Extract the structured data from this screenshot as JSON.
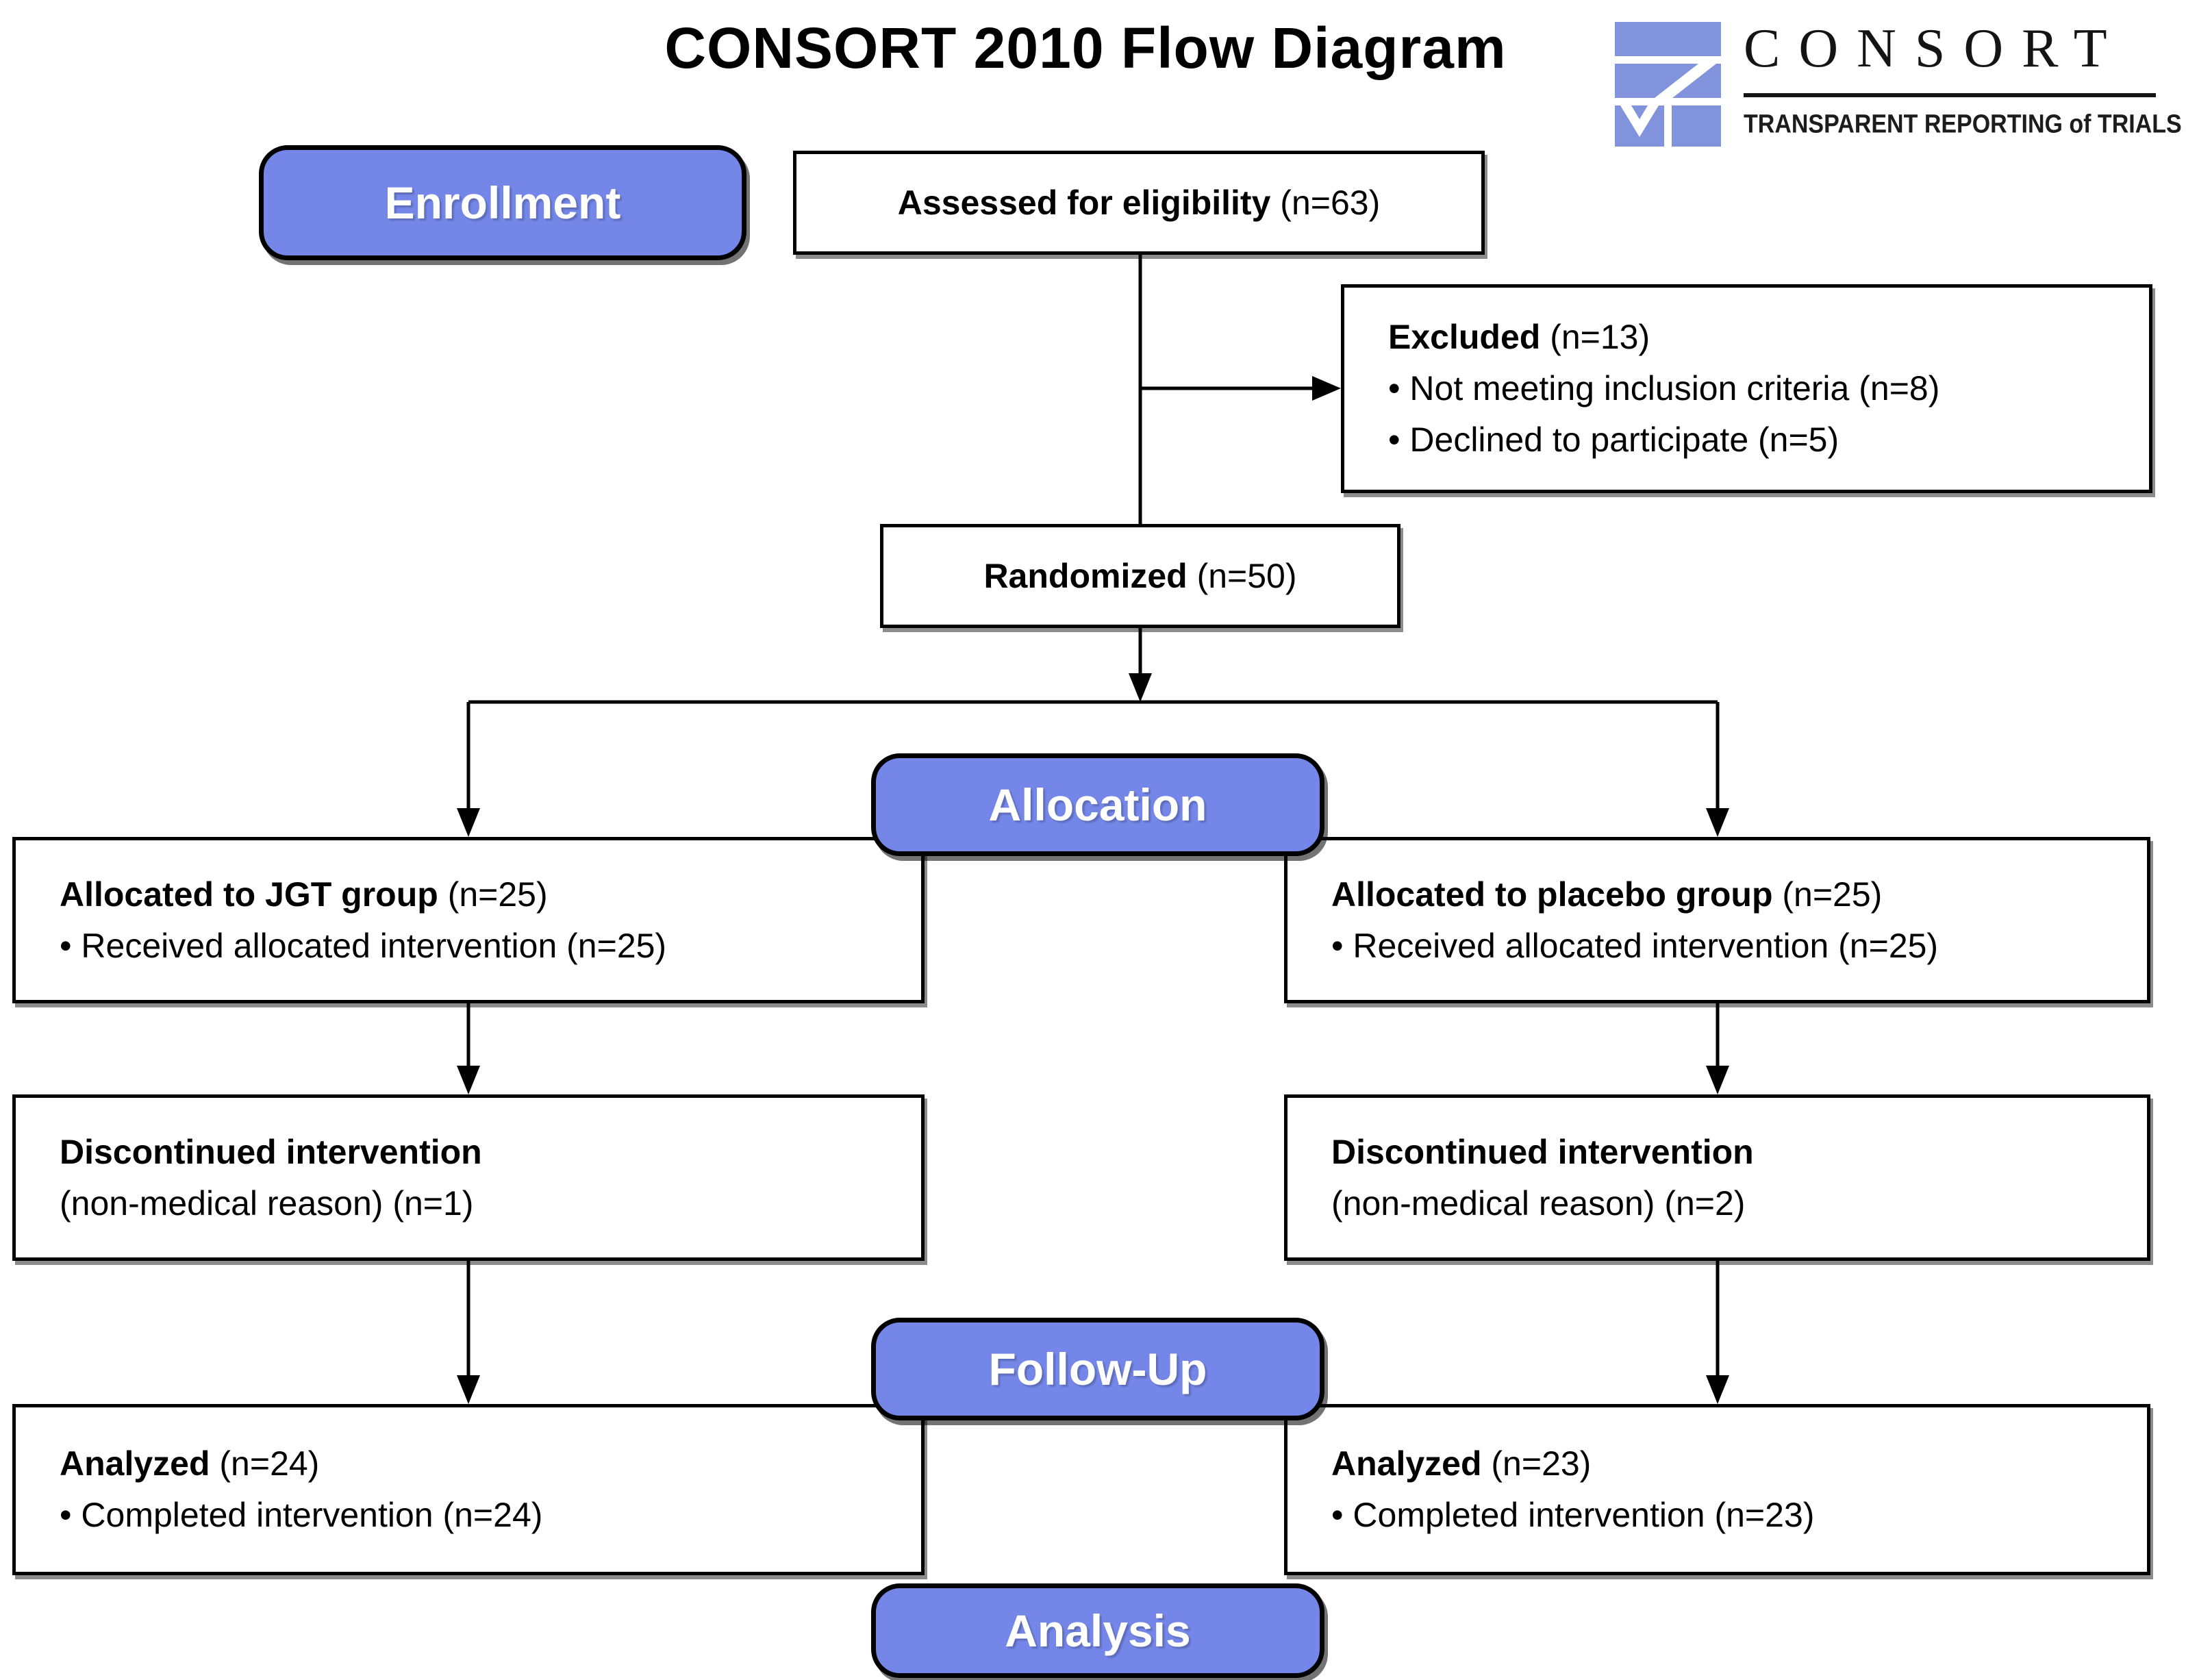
{
  "title": "CONSORT 2010 Flow Diagram",
  "logo": {
    "icon": "consort-checkmark-icon",
    "name": "CONSORT",
    "tagline": "TRANSPARENT REPORTING of TRIALS"
  },
  "stages": {
    "enrollment": "Enrollment",
    "allocation": "Allocation",
    "followup": "Follow-Up",
    "analysis": "Analysis"
  },
  "boxes": {
    "assessed": {
      "bold": "Assessed for eligibility",
      "rest": " (n=63)"
    },
    "excluded": {
      "bold": "Excluded",
      "rest": " (n=13)",
      "bullets": [
        "• Not meeting inclusion criteria (n=8)",
        "• Declined to participate (n=5)"
      ]
    },
    "randomized": {
      "bold": "Randomized",
      "rest": " (n=50)"
    },
    "allocated_left": {
      "bold": "Allocated to JGT group",
      "rest": " (n=25)",
      "bullets": [
        "• Received allocated intervention (n=25)"
      ]
    },
    "allocated_right": {
      "bold": "Allocated to placebo group",
      "rest": " (n=25)",
      "bullets": [
        "• Received allocated intervention (n=25)"
      ]
    },
    "discontinued_left": {
      "bold": "Discontinued intervention",
      "rest": "(non-medical reason) (n=1)"
    },
    "discontinued_right": {
      "bold": "Discontinued intervention",
      "rest": "(non-medical reason) (n=2)"
    },
    "analyzed_left": {
      "bold": "Analyzed",
      "rest": " (n=24)",
      "bullets": [
        "• Completed intervention (n=24)"
      ]
    },
    "analyzed_right": {
      "bold": "Analyzed",
      "rest": " (n=23)",
      "bullets": [
        "• Completed intervention (n=23)"
      ]
    }
  },
  "colors": {
    "stage_fill": "#7487e8",
    "logo_blue": "#8193dd",
    "box_border": "#000000"
  }
}
